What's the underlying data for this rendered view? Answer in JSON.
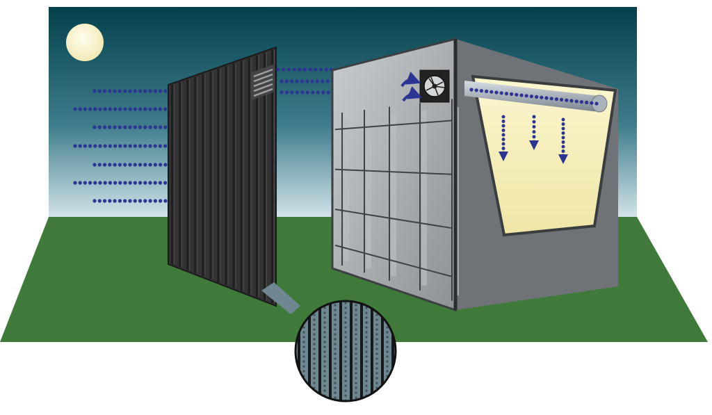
{
  "scene": {
    "subject": "solar-air-heater-collector-diagram",
    "time_of_day": "night",
    "components": [
      "moon",
      "perforated-corrugated-collector-panel",
      "building-wall-with-grid",
      "ventilation-fan",
      "air-duct",
      "room-interior",
      "perforation-detail-magnifier"
    ],
    "airflow_direction": "left-to-right-through-panel-into-building-then-down-into-room",
    "text": []
  },
  "colors": {
    "sky_top": "#04404c",
    "sky_bottom": "#dbe9ee",
    "ground": "#3f7a3b",
    "ground_dark": "#2e5e2c",
    "panel": "#333333",
    "panel_rib": "#1f1f1f",
    "wall": "#9c9fa2",
    "wall_light": "#c7cacd",
    "room": "#f3edb8",
    "airflow": "#2d3593",
    "moon": "#fbf6da",
    "detail_fill": "#6f8790"
  },
  "icons": [
    "moon-icon",
    "fan-icon",
    "vent-icon",
    "arrow-down-icon",
    "curved-arrow-icon"
  ]
}
